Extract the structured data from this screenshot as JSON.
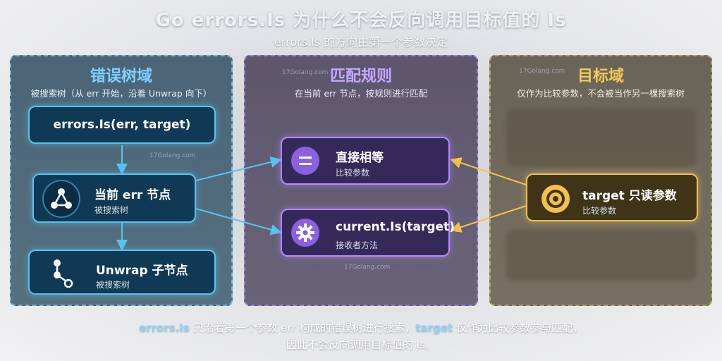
{
  "header": {
    "title": "Go errors.Is 为什么不会反向调用目标值的 Is",
    "subtitle": "errors.Is 的方向由第一个参数决定"
  },
  "panels": {
    "left": {
      "title": "错误树域",
      "subtitle": "被搜索树（从 err 开始，沿着 Unwrap 向下）",
      "nodes": {
        "call": {
          "label": "errors.Is(err, target)"
        },
        "current": {
          "label": "当前 err 节点",
          "sub": "被搜索树"
        },
        "unwrap": {
          "label": "Unwrap 子节点",
          "sub": "被搜索树"
        }
      }
    },
    "middle": {
      "title": "匹配规则",
      "subtitle": "在当前 err 节点，按规则进行匹配",
      "nodes": {
        "equal": {
          "label": "直接相等",
          "sub": "比较参数"
        },
        "method": {
          "label": "current.Is(target)",
          "sub": "接收者方法"
        }
      }
    },
    "right": {
      "title": "目标域",
      "subtitle": "仅作为比较参数，不会被当作另一棵搜索树",
      "nodes": {
        "target": {
          "label": "target 只读参数",
          "sub": "比较参数"
        }
      }
    }
  },
  "watermark": "17Golang.com",
  "footer": {
    "line1_a": "errors.Is",
    "line1_b": " 只沿着第一个参数 err 构成的错误树进行搜索，",
    "line1_c": "target",
    "line1_d": " 仅作为比较参数参与匹配，",
    "line2": "因此不会反向调用目标值的 Is。"
  },
  "colors": {
    "blue": "#56c3f0",
    "purple": "#b48aff",
    "gold": "#f3c14c"
  },
  "icons": {
    "current": "tree-nodes-icon",
    "unwrap": "branch-icon",
    "equal": "equals-icon",
    "method": "gear-icon",
    "target": "target-icon"
  }
}
